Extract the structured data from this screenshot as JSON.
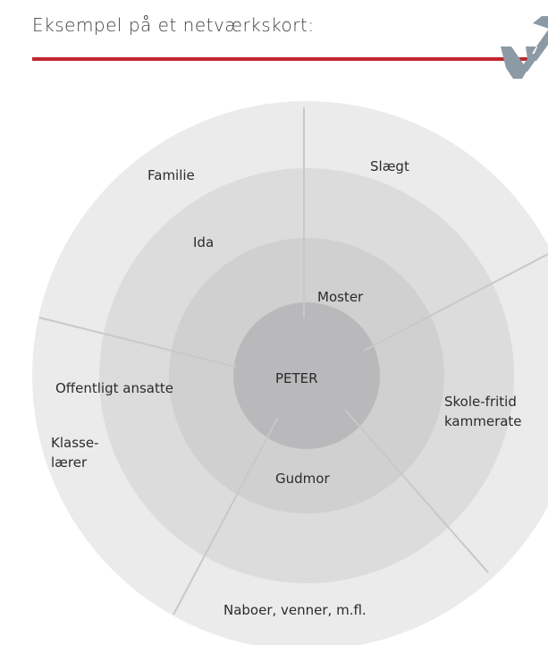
{
  "header": {
    "title": "Eksempel på et netværkskort:"
  },
  "center": "PETER",
  "sectors": {
    "familie": "Familie",
    "slaegt": "Slægt",
    "skole_fritid_line1": "Skole-fritid",
    "skole_fritid_line2": "kammerate",
    "naboer": "Naboer, venner, m.fl.",
    "offentligt": "Offentligt ansatte"
  },
  "people": {
    "ida": "Ida",
    "moster": "Moster",
    "gudmor": "Gudmor",
    "klasselaerer_line1": "Klasse-",
    "klasselaerer_line2": "lærer"
  },
  "colors": {
    "accent_rule": "#c0272d",
    "ring_outer": "#ebebeb",
    "ring_middle": "#dcdcdc",
    "ring_inner": "#d0d0d0",
    "center": "#b9b9bb",
    "logo": "#8b9aa5"
  }
}
